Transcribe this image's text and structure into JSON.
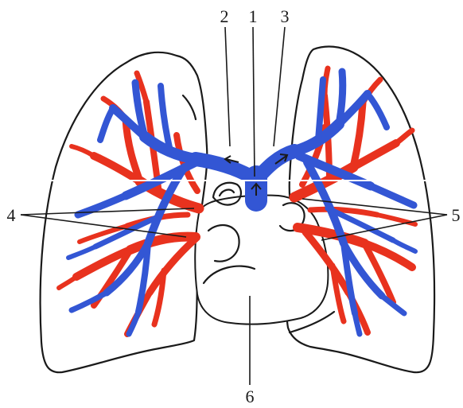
{
  "labels": {
    "l1": "1",
    "l2": "2",
    "l3": "3",
    "l4": "4",
    "l5": "5",
    "l6": "6"
  },
  "colors": {
    "pulmonary_artery": "#3356d4",
    "pulmonary_vein": "#e8321e",
    "outline": "#1a1a1a",
    "background": "#ffffff"
  }
}
